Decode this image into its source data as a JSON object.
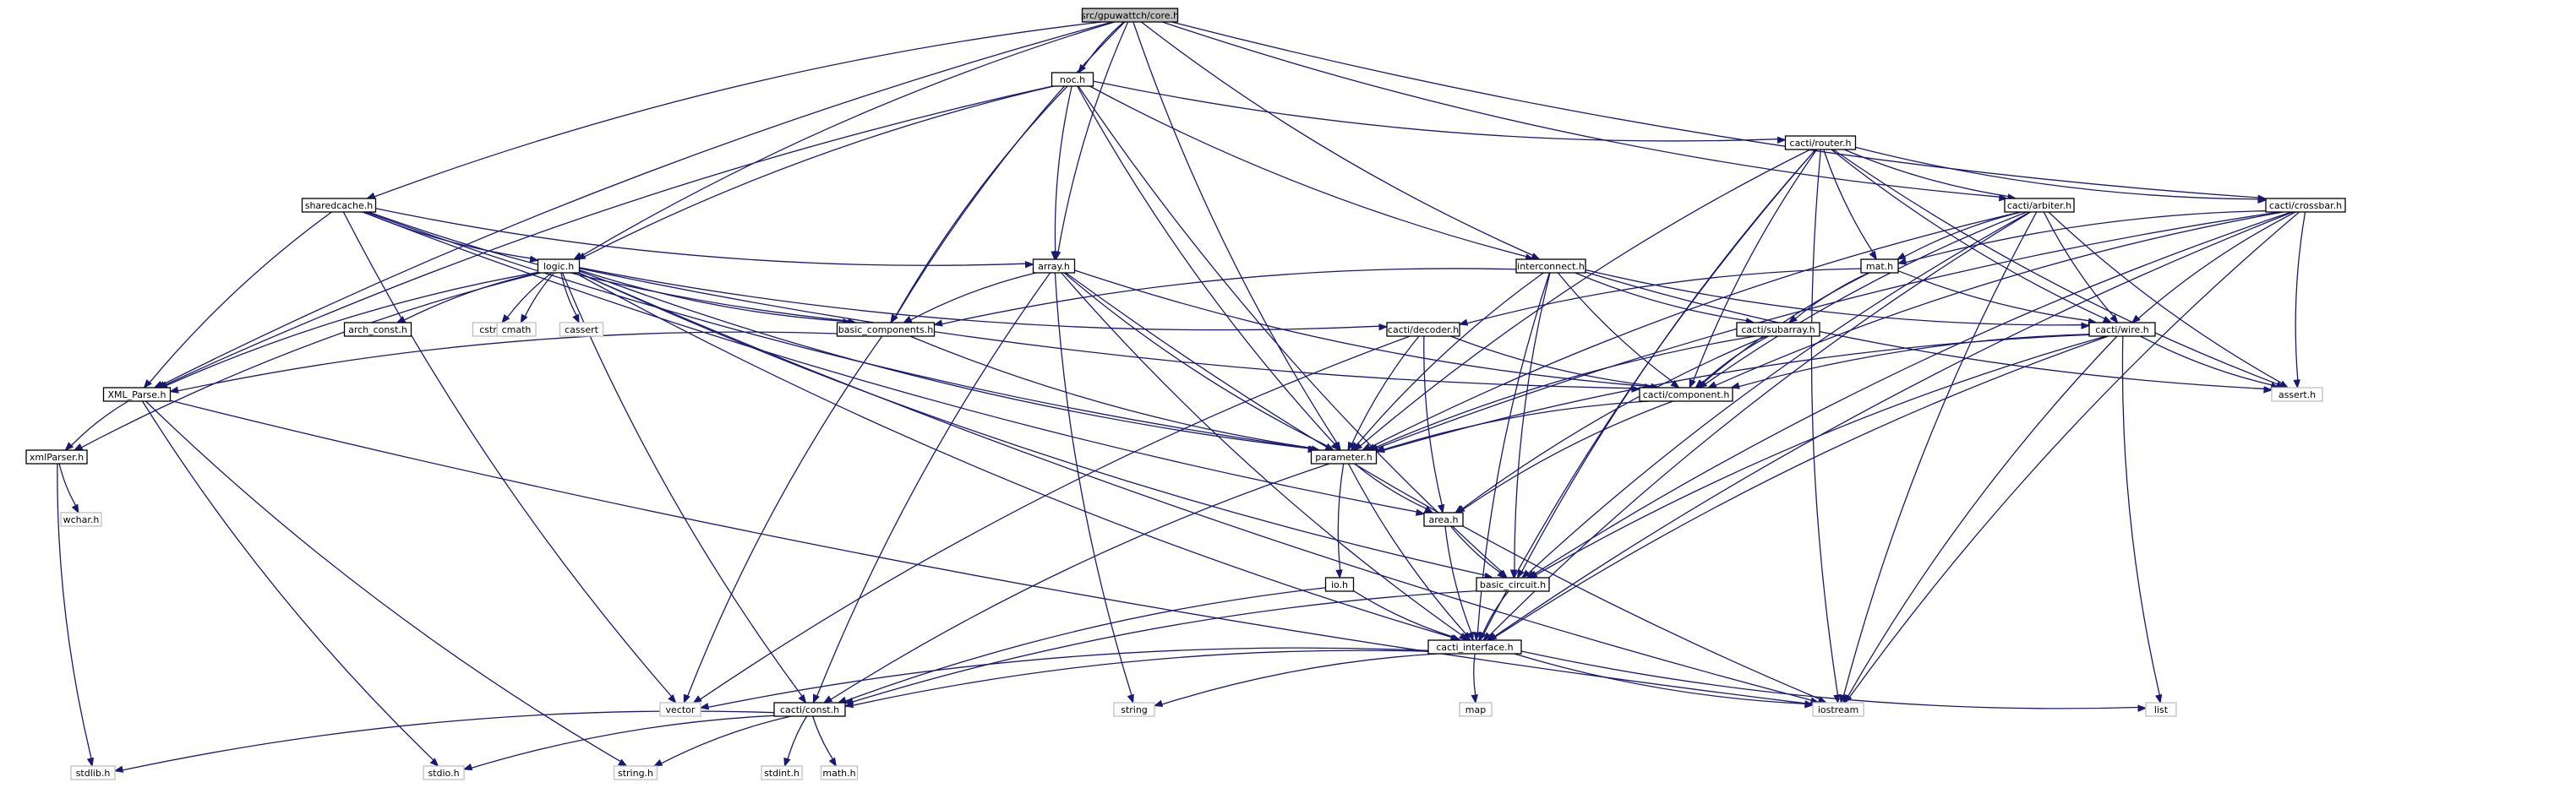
{
  "colors": {
    "edge": "#191970",
    "node_border": "#000000",
    "external_border": "#bfbfbf",
    "root_fill": "#bfbfbf",
    "node_fill": "#ffffff"
  },
  "nodes": [
    {
      "id": "root",
      "label": "src/gpuwattch/core.h",
      "kind": "root"
    },
    {
      "id": "noc",
      "label": "noc.h",
      "kind": "local"
    },
    {
      "id": "sharedcache",
      "label": "sharedcache.h",
      "kind": "local"
    },
    {
      "id": "cacti_router",
      "label": "cacti/router.h",
      "kind": "local"
    },
    {
      "id": "cacti_arbiter",
      "label": "cacti/arbiter.h",
      "kind": "local"
    },
    {
      "id": "cacti_crossbar",
      "label": "cacti/crossbar.h",
      "kind": "local"
    },
    {
      "id": "logic",
      "label": "logic.h",
      "kind": "local"
    },
    {
      "id": "array",
      "label": "array.h",
      "kind": "local"
    },
    {
      "id": "interconnect",
      "label": "interconnect.h",
      "kind": "local"
    },
    {
      "id": "mat",
      "label": "mat.h",
      "kind": "local"
    },
    {
      "id": "arch_const",
      "label": "arch_const.h",
      "kind": "local"
    },
    {
      "id": "cstring",
      "label": "cstring",
      "kind": "external"
    },
    {
      "id": "cmath",
      "label": "cmath",
      "kind": "external"
    },
    {
      "id": "cassert",
      "label": "cassert",
      "kind": "external"
    },
    {
      "id": "basic_components",
      "label": "basic_components.h",
      "kind": "local"
    },
    {
      "id": "cacti_decoder",
      "label": "cacti/decoder.h",
      "kind": "local"
    },
    {
      "id": "cacti_subarray",
      "label": "cacti/subarray.h",
      "kind": "local"
    },
    {
      "id": "cacti_wire",
      "label": "cacti/wire.h",
      "kind": "local"
    },
    {
      "id": "xml_parse",
      "label": "XML_Parse.h",
      "kind": "local"
    },
    {
      "id": "cacti_component",
      "label": "cacti/component.h",
      "kind": "local"
    },
    {
      "id": "assert",
      "label": "assert.h",
      "kind": "external"
    },
    {
      "id": "xmlparser",
      "label": "xmlParser.h",
      "kind": "local"
    },
    {
      "id": "parameter",
      "label": "parameter.h",
      "kind": "local"
    },
    {
      "id": "wchar",
      "label": "wchar.h",
      "kind": "external"
    },
    {
      "id": "area",
      "label": "area.h",
      "kind": "local"
    },
    {
      "id": "io",
      "label": "io.h",
      "kind": "local"
    },
    {
      "id": "basic_circuit",
      "label": "basic_circuit.h",
      "kind": "local"
    },
    {
      "id": "cacti_interface",
      "label": "cacti_interface.h",
      "kind": "local"
    },
    {
      "id": "vector",
      "label": "vector",
      "kind": "external"
    },
    {
      "id": "map",
      "label": "map",
      "kind": "external"
    },
    {
      "id": "string",
      "label": "string",
      "kind": "external"
    },
    {
      "id": "iostream",
      "label": "iostream",
      "kind": "external"
    },
    {
      "id": "list",
      "label": "list",
      "kind": "external"
    },
    {
      "id": "cacti_const",
      "label": "cacti/const.h",
      "kind": "local"
    },
    {
      "id": "stdlib",
      "label": "stdlib.h",
      "kind": "external"
    },
    {
      "id": "stdio",
      "label": "stdio.h",
      "kind": "external"
    },
    {
      "id": "string_h",
      "label": "string.h",
      "kind": "external"
    },
    {
      "id": "stdint",
      "label": "stdint.h",
      "kind": "external"
    },
    {
      "id": "math",
      "label": "math.h",
      "kind": "external"
    }
  ],
  "edges": [
    [
      "root",
      "noc"
    ],
    [
      "root",
      "sharedcache"
    ],
    [
      "root",
      "logic"
    ],
    [
      "root",
      "array"
    ],
    [
      "root",
      "interconnect"
    ],
    [
      "root",
      "cacti_arbiter"
    ],
    [
      "root",
      "cacti_crossbar"
    ],
    [
      "root",
      "xml_parse"
    ],
    [
      "root",
      "basic_components"
    ],
    [
      "root",
      "parameter"
    ],
    [
      "noc",
      "cacti_router"
    ],
    [
      "noc",
      "logic"
    ],
    [
      "noc",
      "array"
    ],
    [
      "noc",
      "interconnect"
    ],
    [
      "noc",
      "basic_components"
    ],
    [
      "noc",
      "xml_parse"
    ],
    [
      "noc",
      "parameter"
    ],
    [
      "noc",
      "basic_circuit"
    ],
    [
      "sharedcache",
      "logic"
    ],
    [
      "sharedcache",
      "array"
    ],
    [
      "sharedcache",
      "basic_components"
    ],
    [
      "sharedcache",
      "xml_parse"
    ],
    [
      "sharedcache",
      "parameter"
    ],
    [
      "sharedcache",
      "vector"
    ],
    [
      "sharedcache",
      "area"
    ],
    [
      "cacti_router",
      "cacti_arbiter"
    ],
    [
      "cacti_router",
      "cacti_crossbar"
    ],
    [
      "cacti_router",
      "mat"
    ],
    [
      "cacti_router",
      "cacti_wire"
    ],
    [
      "cacti_router",
      "cacti_component"
    ],
    [
      "cacti_router",
      "parameter"
    ],
    [
      "cacti_router",
      "basic_circuit"
    ],
    [
      "cacti_router",
      "assert"
    ],
    [
      "cacti_router",
      "iostream"
    ],
    [
      "cacti_router",
      "cacti_interface"
    ],
    [
      "cacti_arbiter",
      "mat"
    ],
    [
      "cacti_arbiter",
      "cacti_wire"
    ],
    [
      "cacti_arbiter",
      "cacti_component"
    ],
    [
      "cacti_arbiter",
      "parameter"
    ],
    [
      "cacti_arbiter",
      "assert"
    ],
    [
      "cacti_arbiter",
      "basic_circuit"
    ],
    [
      "cacti_arbiter",
      "cacti_interface"
    ],
    [
      "cacti_arbiter",
      "iostream"
    ],
    [
      "cacti_crossbar",
      "mat"
    ],
    [
      "cacti_crossbar",
      "cacti_wire"
    ],
    [
      "cacti_crossbar",
      "cacti_component"
    ],
    [
      "cacti_crossbar",
      "parameter"
    ],
    [
      "cacti_crossbar",
      "assert"
    ],
    [
      "cacti_crossbar",
      "basic_circuit"
    ],
    [
      "cacti_crossbar",
      "cacti_interface"
    ],
    [
      "cacti_crossbar",
      "iostream"
    ],
    [
      "logic",
      "arch_const"
    ],
    [
      "logic",
      "cstring"
    ],
    [
      "logic",
      "cmath"
    ],
    [
      "logic",
      "cassert"
    ],
    [
      "logic",
      "basic_components"
    ],
    [
      "logic",
      "xml_parse"
    ],
    [
      "logic",
      "xmlparser"
    ],
    [
      "logic",
      "cacti_decoder"
    ],
    [
      "logic",
      "cacti_component"
    ],
    [
      "logic",
      "parameter"
    ],
    [
      "logic",
      "basic_circuit"
    ],
    [
      "logic",
      "cacti_interface"
    ],
    [
      "logic",
      "cacti_const"
    ],
    [
      "logic",
      "iostream"
    ],
    [
      "array",
      "basic_components"
    ],
    [
      "array",
      "cacti_component"
    ],
    [
      "array",
      "parameter"
    ],
    [
      "array",
      "cacti_interface"
    ],
    [
      "array",
      "cacti_const"
    ],
    [
      "array",
      "string"
    ],
    [
      "array",
      "iostream"
    ],
    [
      "interconnect",
      "basic_components"
    ],
    [
      "interconnect",
      "cacti_wire"
    ],
    [
      "interconnect",
      "cacti_component"
    ],
    [
      "interconnect",
      "parameter"
    ],
    [
      "interconnect",
      "assert"
    ],
    [
      "interconnect",
      "basic_circuit"
    ],
    [
      "interconnect",
      "cacti_interface"
    ],
    [
      "interconnect",
      "cacti_subarray"
    ],
    [
      "mat",
      "cacti_decoder"
    ],
    [
      "mat",
      "cacti_subarray"
    ],
    [
      "mat",
      "cacti_wire"
    ],
    [
      "mat",
      "cacti_component"
    ],
    [
      "basic_components",
      "xml_parse"
    ],
    [
      "basic_components",
      "parameter"
    ],
    [
      "basic_components",
      "vector"
    ],
    [
      "cacti_decoder",
      "cacti_component"
    ],
    [
      "cacti_decoder",
      "parameter"
    ],
    [
      "cacti_decoder",
      "area"
    ],
    [
      "cacti_decoder",
      "vector"
    ],
    [
      "cacti_subarray",
      "cacti_component"
    ],
    [
      "cacti_subarray",
      "parameter"
    ],
    [
      "cacti_subarray",
      "area"
    ],
    [
      "cacti_wire",
      "cacti_component"
    ],
    [
      "cacti_wire",
      "parameter"
    ],
    [
      "cacti_wire",
      "assert"
    ],
    [
      "cacti_wire",
      "basic_circuit"
    ],
    [
      "cacti_wire",
      "cacti_interface"
    ],
    [
      "cacti_wire",
      "iostream"
    ],
    [
      "cacti_wire",
      "list"
    ],
    [
      "xml_parse",
      "xmlparser"
    ],
    [
      "xml_parse",
      "stdio"
    ],
    [
      "xml_parse",
      "string_h"
    ],
    [
      "xml_parse",
      "iostream"
    ],
    [
      "cacti_component",
      "parameter"
    ],
    [
      "cacti_component",
      "area"
    ],
    [
      "xmlparser",
      "wchar"
    ],
    [
      "xmlparser",
      "stdlib"
    ],
    [
      "parameter",
      "area"
    ],
    [
      "parameter",
      "io"
    ],
    [
      "parameter",
      "cacti_interface"
    ],
    [
      "parameter",
      "cacti_const"
    ],
    [
      "area",
      "basic_circuit"
    ],
    [
      "area",
      "cacti_interface"
    ],
    [
      "io",
      "cacti_interface"
    ],
    [
      "io",
      "cacti_const"
    ],
    [
      "basic_circuit",
      "cacti_interface"
    ],
    [
      "basic_circuit",
      "cacti_const"
    ],
    [
      "cacti_interface",
      "vector"
    ],
    [
      "cacti_interface",
      "map"
    ],
    [
      "cacti_interface",
      "string"
    ],
    [
      "cacti_interface",
      "iostream"
    ],
    [
      "cacti_interface",
      "list"
    ],
    [
      "cacti_interface",
      "cacti_const"
    ],
    [
      "cacti_const",
      "stdlib"
    ],
    [
      "cacti_const",
      "stdio"
    ],
    [
      "cacti_const",
      "string_h"
    ],
    [
      "cacti_const",
      "stdint"
    ],
    [
      "cacti_const",
      "math"
    ]
  ]
}
